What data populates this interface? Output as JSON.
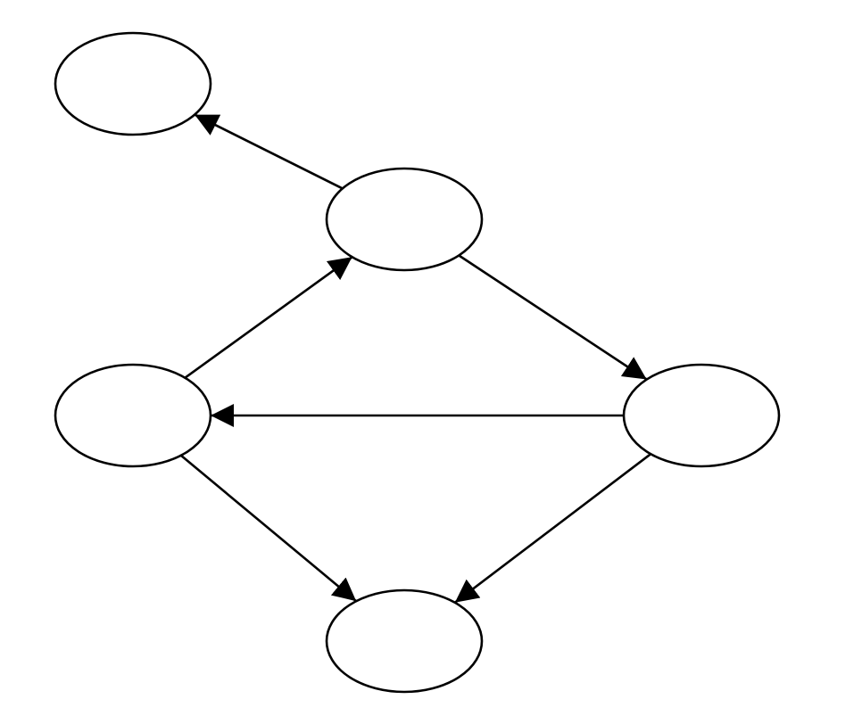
{
  "diagram": {
    "type": "directed-graph",
    "node_labels_shown": false,
    "colors": {
      "stroke": "#000000",
      "fill": "#ffffff",
      "background": "#ffffff"
    },
    "nodes": [
      {
        "id": "top-left"
      },
      {
        "id": "center"
      },
      {
        "id": "left"
      },
      {
        "id": "right"
      },
      {
        "id": "bottom"
      }
    ],
    "edges": [
      {
        "from": "center",
        "to": "top-left"
      },
      {
        "from": "left",
        "to": "center"
      },
      {
        "from": "center",
        "to": "right"
      },
      {
        "from": "right",
        "to": "left"
      },
      {
        "from": "left",
        "to": "bottom"
      },
      {
        "from": "right",
        "to": "bottom"
      }
    ]
  }
}
